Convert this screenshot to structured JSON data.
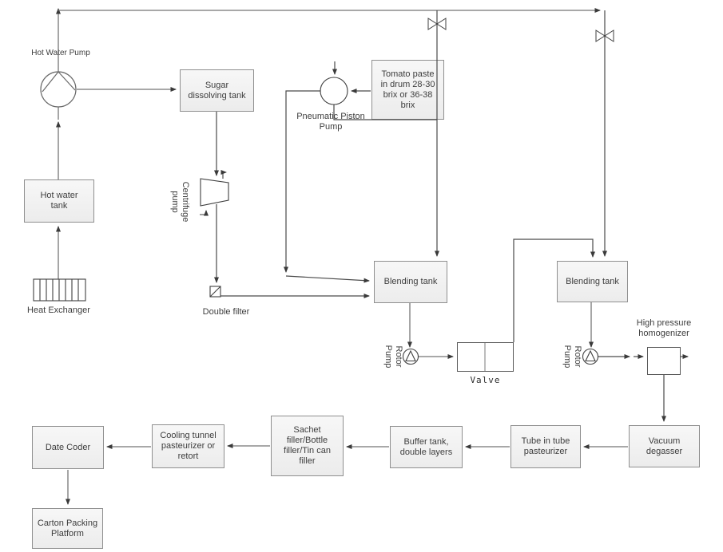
{
  "diagram": {
    "type": "process-flow-diagram",
    "subject": "tomato paste processing line",
    "nodes": {
      "hot_water_tank": {
        "label": "Hot water\ntank"
      },
      "sugar_dissolving_tank": {
        "label": "Sugar\ndissolving tank"
      },
      "tomato_paste_drum": {
        "label": "Tomato paste\nin drum 28-30\nbrix or 36-38\nbrix"
      },
      "blending_tank_1": {
        "label": "Blending tank"
      },
      "blending_tank_2": {
        "label": "Blending tank"
      },
      "vacuum_degasser": {
        "label": "Vacuum\ndegasser"
      },
      "tube_in_tube_pasteurizer": {
        "label": "Tube in tube\npasteurizer"
      },
      "buffer_tank": {
        "label": "Buffer tank,\ndouble layers"
      },
      "sachet_filler": {
        "label": "Sachet\nfiller/Bottle\nfiller/Tin can\nfiller"
      },
      "cooling_tunnel": {
        "label": "Cooling tunnel\npasteurizer or\nretort"
      },
      "date_coder": {
        "label": "Date Coder"
      },
      "carton_packing_platform": {
        "label": "Carton Packing\nPlatform"
      }
    },
    "labels": {
      "hot_water_pump": "Hot Water Pump",
      "pneumatic_piston_pump": "Pneumatic Piston\nPump",
      "centrifuge_pump": "Centrifuge\npump",
      "heat_exchanger": "Heat Exchanger",
      "double_filter": "Double filter",
      "rotor_pump_1": "Rotor\nPump",
      "rotor_pump_2": "Rotor\nPump",
      "valve": "Valve",
      "high_pressure_homogenizer": "High pressure\nhomogenizer"
    },
    "symbols": [
      "hot-water-pump",
      "pneumatic-piston-pump",
      "centrifuge-pump",
      "heat-exchanger",
      "double-filter",
      "valve",
      "valve",
      "rotor-pump",
      "rotor-pump",
      "valve-box",
      "high-pressure-homogenizer"
    ],
    "colors": {
      "background": "#ffffff",
      "box_fill": "#f3f3f3",
      "box_border": "#8f8f8f",
      "line_gray": "#757575",
      "line_dark": "#4a4a4a",
      "arrowhead": "#3a3a3a",
      "text": "#3d3d3d"
    }
  }
}
